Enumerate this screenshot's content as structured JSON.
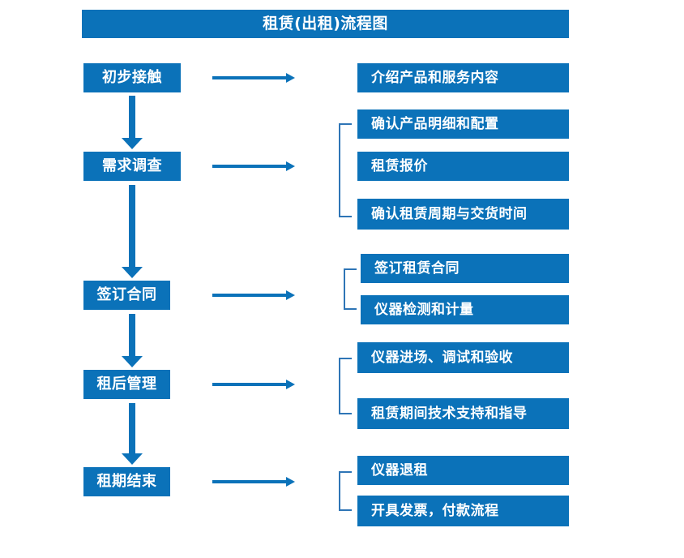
{
  "diagram": {
    "title": "租赁(出租)流程图",
    "accent_color": "#0B72B9",
    "bracket_color": "#2E75B6",
    "text_color": "#FFFFFF",
    "background_color": "#FFFFFF"
  },
  "stages": [
    {
      "label": "初步接触"
    },
    {
      "label": "需求调查"
    },
    {
      "label": "签订合同"
    },
    {
      "label": "租后管理"
    },
    {
      "label": "租期结束"
    }
  ],
  "details": [
    {
      "label": "介绍产品和服务内容"
    },
    {
      "label": "确认产品明细和配置"
    },
    {
      "label": "租赁报价"
    },
    {
      "label": "确认租赁周期与交货时间"
    },
    {
      "label": "签订租赁合同"
    },
    {
      "label": "仪器检测和计量"
    },
    {
      "label": "仪器进场、调试和验收"
    },
    {
      "label": "租赁期间技术支持和指导"
    },
    {
      "label": "仪器退租"
    },
    {
      "label": "开具发票，付款流程"
    }
  ],
  "connectors": {
    "down_arrow_name": "down-arrow",
    "right_arrow_name": "right-arrow",
    "bracket_name": "group-bracket"
  }
}
